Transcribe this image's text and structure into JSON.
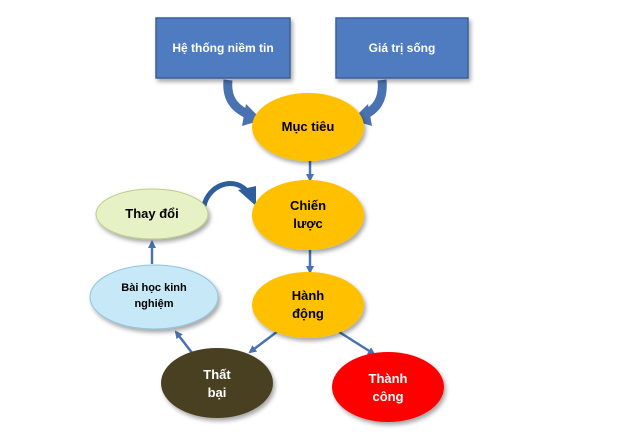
{
  "diagram": {
    "nodes": {
      "belief_system": {
        "label": "Hệ thống niềm tin",
        "fill": "#4f7cc0"
      },
      "life_values": {
        "label": "Giá trị sống",
        "fill": "#4f7cc0"
      },
      "goal": {
        "label": "Mục tiêu",
        "fill": "#ffc000"
      },
      "strategy": {
        "label_lines": [
          "Chiến",
          "lược"
        ],
        "fill": "#ffc000"
      },
      "action": {
        "label_lines": [
          "Hành",
          "động"
        ],
        "fill": "#ffc000"
      },
      "change": {
        "label": "Thay đổi",
        "fill": "#e6f2c6"
      },
      "lessons": {
        "label_lines": [
          "Bài học kinh",
          "nghiệm"
        ],
        "fill": "#c6e8f7"
      },
      "failure": {
        "label_lines": [
          "Thất",
          "bại"
        ],
        "fill": "#4a3f24",
        "text_color": "#ffffff"
      },
      "success": {
        "label_lines": [
          "Thành",
          "công"
        ],
        "fill": "#ff0000",
        "text_color": "#ffffff"
      }
    },
    "colors": {
      "arrow": "#4a72b0",
      "box_border": "#3a5f9a"
    }
  }
}
